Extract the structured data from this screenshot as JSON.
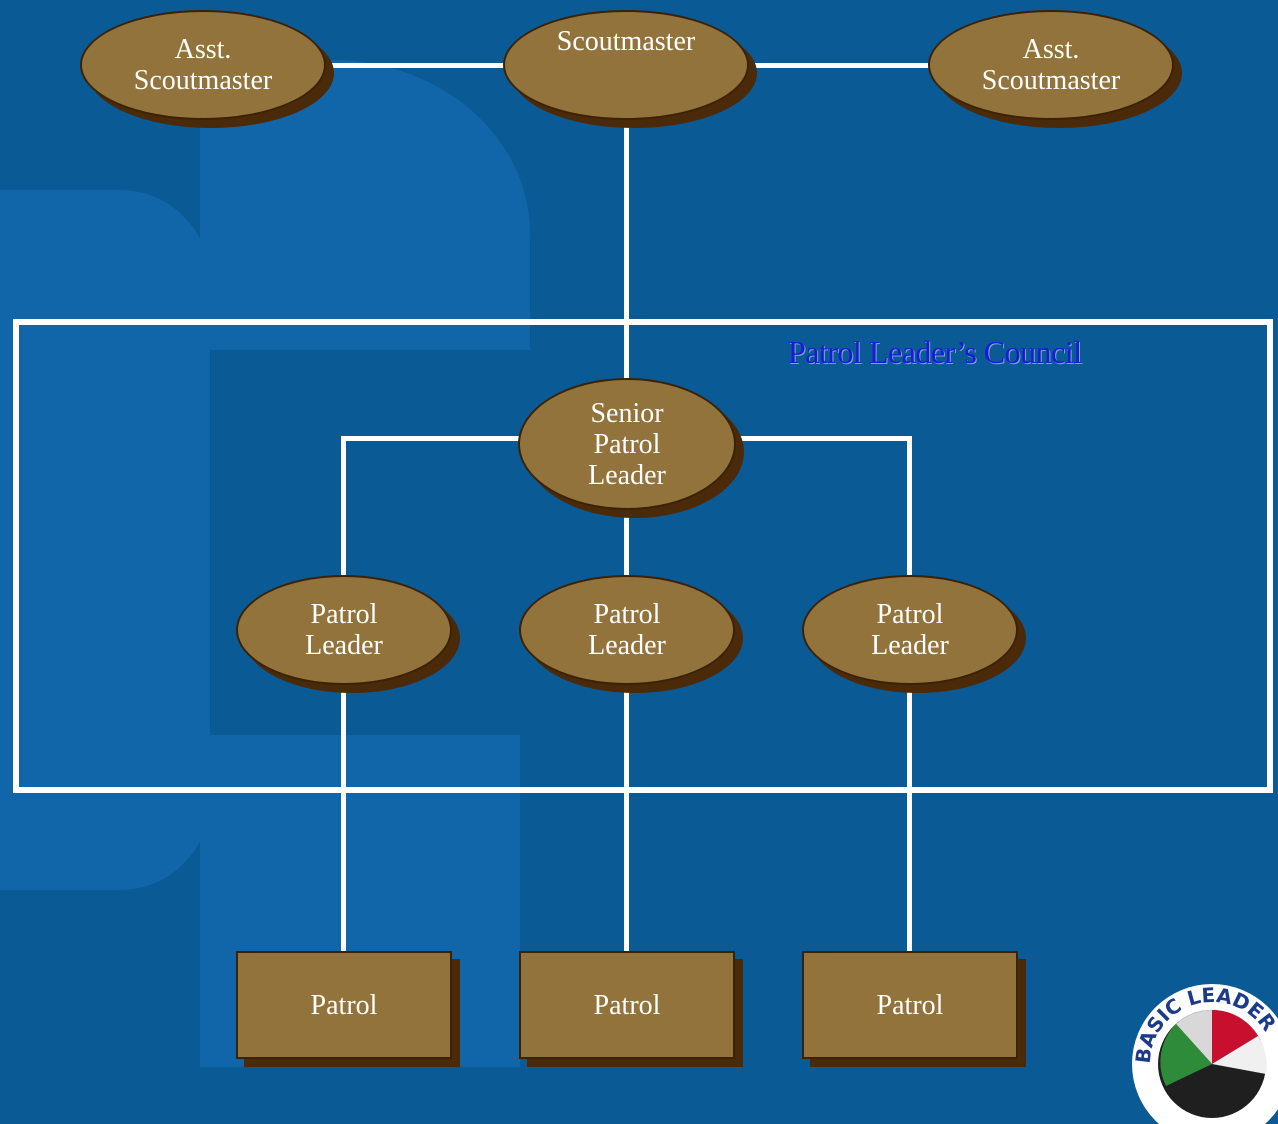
{
  "chart": {
    "top_row": {
      "left": "Asst.\nScoutmaster",
      "center": "Scoutmaster",
      "right": "Asst.\nScoutmaster"
    },
    "council": {
      "title": "Patrol Leader’s Council",
      "senior": "Senior\nPatrol\nLeader",
      "leaders": [
        "Patrol\nLeader",
        "Patrol\nLeader",
        "Patrol\nLeader"
      ]
    },
    "patrols": [
      "Patrol",
      "Patrol",
      "Patrol"
    ]
  },
  "logo": {
    "text": "BASIC LEADER"
  },
  "colors": {
    "background": "#0a5a95",
    "node_fill": "#92733b",
    "node_shadow": "#4a2a09",
    "council_title": "#1a1ad8"
  }
}
